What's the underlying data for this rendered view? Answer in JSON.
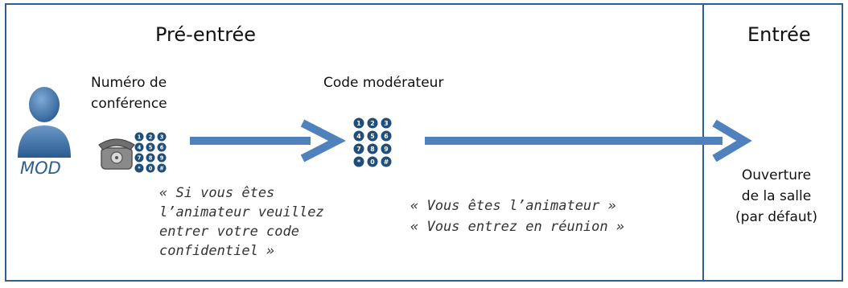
{
  "sections": {
    "pre_entry_title": "Pré-entrée",
    "entry_title": "Entrée"
  },
  "participant": {
    "label": "MOD"
  },
  "steps": {
    "conference_number": {
      "line1": "Numéro de",
      "line2": "conférence"
    },
    "moderator_code": {
      "label": "Code modérateur"
    }
  },
  "prompts": {
    "prompt1": [
      "« Si vous êtes",
      "l’animateur veuillez",
      "entrer votre code",
      "confidentiel »"
    ],
    "prompt2": [
      "« Vous êtes l’animateur »",
      "« Vous entrez en réunion »"
    ]
  },
  "outcome": {
    "line1": "Ouverture",
    "line2": "de la salle",
    "line3": "(par défaut)"
  },
  "colors": {
    "arrow": "#4f81bd",
    "border": "#2f5f8f",
    "person": "#3a6ea5",
    "keypad": "#1f4e79"
  },
  "icons": {
    "person": "person-icon",
    "phone": "phone-icon",
    "keypad": "keypad-icon"
  }
}
